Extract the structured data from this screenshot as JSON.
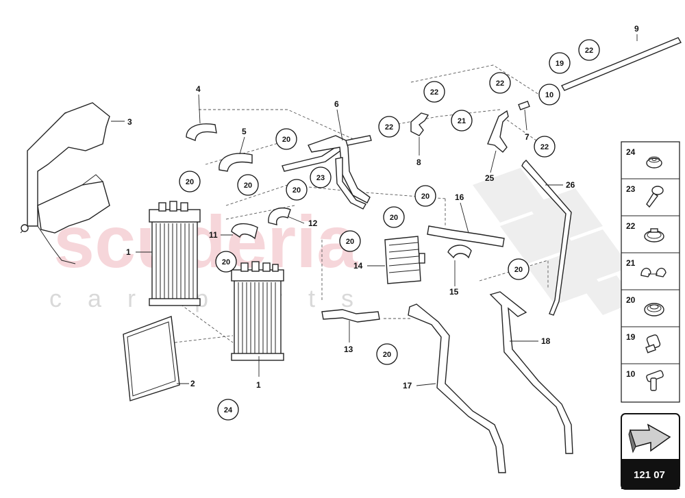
{
  "watermark": {
    "main": "scuderia",
    "sub": "car parts"
  },
  "part_labels": [
    {
      "id": "p1a",
      "text": "1"
    },
    {
      "id": "p1b",
      "text": "1"
    },
    {
      "id": "p2",
      "text": "2"
    },
    {
      "id": "p3",
      "text": "3"
    },
    {
      "id": "p4",
      "text": "4"
    },
    {
      "id": "p5",
      "text": "5"
    },
    {
      "id": "p6",
      "text": "6"
    },
    {
      "id": "p7",
      "text": "7"
    },
    {
      "id": "p8",
      "text": "8"
    },
    {
      "id": "p9",
      "text": "9"
    },
    {
      "id": "p11",
      "text": "11"
    },
    {
      "id": "p12",
      "text": "12"
    },
    {
      "id": "p13",
      "text": "13"
    },
    {
      "id": "p14",
      "text": "14"
    },
    {
      "id": "p15",
      "text": "15"
    },
    {
      "id": "p16",
      "text": "16"
    },
    {
      "id": "p17",
      "text": "17"
    },
    {
      "id": "p18",
      "text": "18"
    },
    {
      "id": "p25",
      "text": "25"
    },
    {
      "id": "p26",
      "text": "26"
    }
  ],
  "callouts": [
    {
      "id": "c20a",
      "text": "20"
    },
    {
      "id": "c20b",
      "text": "20"
    },
    {
      "id": "c20c",
      "text": "20"
    },
    {
      "id": "c20d",
      "text": "20"
    },
    {
      "id": "c20e",
      "text": "20"
    },
    {
      "id": "c20f",
      "text": "20"
    },
    {
      "id": "c20g",
      "text": "20"
    },
    {
      "id": "c20h",
      "text": "20"
    },
    {
      "id": "c20i",
      "text": "20"
    },
    {
      "id": "c20j",
      "text": "20"
    },
    {
      "id": "c21",
      "text": "21"
    },
    {
      "id": "c22a",
      "text": "22"
    },
    {
      "id": "c22b",
      "text": "22"
    },
    {
      "id": "c22c",
      "text": "22"
    },
    {
      "id": "c22d",
      "text": "22"
    },
    {
      "id": "c22e",
      "text": "22"
    },
    {
      "id": "c23",
      "text": "23"
    },
    {
      "id": "c24",
      "text": "24"
    },
    {
      "id": "c19",
      "text": "19"
    },
    {
      "id": "c10",
      "text": "10"
    }
  ],
  "legend": [
    {
      "number": "24",
      "icon": "grommet-icon"
    },
    {
      "number": "23",
      "icon": "screw-icon"
    },
    {
      "number": "22",
      "icon": "hose-clamp-icon"
    },
    {
      "number": "21",
      "icon": "double-clip-icon"
    },
    {
      "number": "20",
      "icon": "hose-clamp-icon"
    },
    {
      "number": "19",
      "icon": "connector-icon"
    },
    {
      "number": "10",
      "icon": "t-connector-icon"
    }
  ],
  "reference": {
    "code": "121 07",
    "icon": "arrow-icon"
  }
}
